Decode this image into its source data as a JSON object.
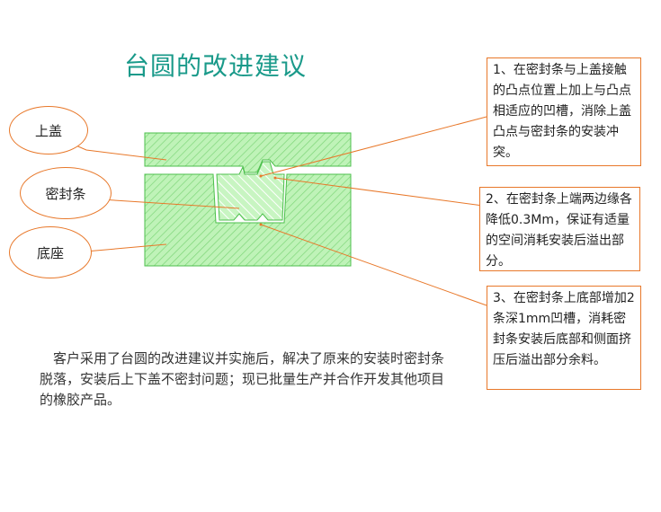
{
  "title": "台圆的改进建议",
  "bubbles": {
    "cover": "上盖",
    "seal": "密封条",
    "base": "底座"
  },
  "notes": {
    "note1": "1、在密封条与上盖接触的凸点位置上加上与凸点相适应的凹槽，消除上盖凸点与密封条的安装冲突。",
    "note2": "2、在密封条上端两边缘各降低0.3Mm，保证有适量的空间消耗安装后溢出部分。",
    "note3": "3、在密封条上底部增加2条深1mm凹槽，消耗密封条安装后底部和侧面挤压后溢出部分余料。"
  },
  "summary": "客户采用了台圆的改进建议并实施后，解决了原来的安装时密封条脱落，安装后上下盖不密封问题；现已批量生产并合作开发其他项目的橡胶产品。",
  "colors": {
    "title": "#1a9a8a",
    "callout_border": "#e8782a",
    "part_fill": "#b8f0b0",
    "part_edge": "#4cbf4c"
  }
}
